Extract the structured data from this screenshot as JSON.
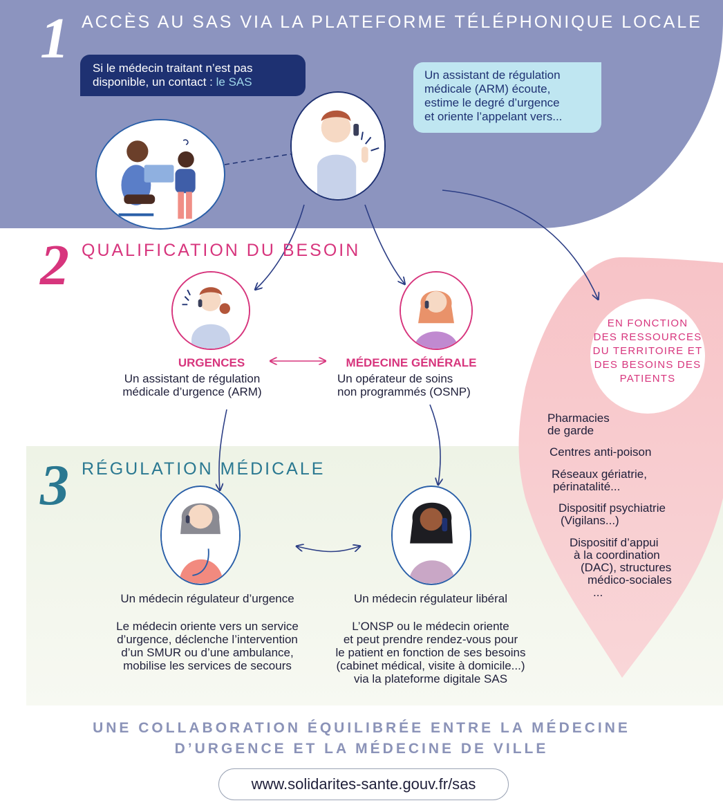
{
  "step1": {
    "number": "1",
    "title": "ACCÈS AU SAS VIA LA PLATEFORME TÉLÉPHONIQUE LOCALE",
    "bubble_left_line1": "Si le médecin traitant n’est pas",
    "bubble_left_line2": "disponible, un contact : ",
    "bubble_left_highlight": "le SAS",
    "bubble_right": [
      "Un assistant de régulation",
      "médicale (ARM) écoute,",
      "estime le degré d’urgence",
      "et oriente l’appelant vers..."
    ]
  },
  "step2": {
    "number": "2",
    "title": "QUALIFICATION DU BESOIN",
    "urgences": {
      "title": "URGENCES",
      "lines": [
        "Un assistant de régulation",
        "médicale d’urgence (ARM)"
      ]
    },
    "medecine_generale": {
      "title": "MÉDECINE GÉNÉRALE",
      "lines": [
        "Un opérateur de soins",
        "non programmés  (OSNP)"
      ]
    }
  },
  "step3": {
    "number": "3",
    "title": "RÉGULATION MÉDICALE",
    "left": {
      "title": "Un médecin régulateur d’urgence",
      "lines": [
        "Le médecin oriente vers un service",
        "d’urgence, déclenche l’intervention",
        "d’un SMUR ou d’une ambulance,",
        "mobilise les services de secours"
      ]
    },
    "right": {
      "title": "Un médecin régulateur libéral",
      "lines": [
        "L’ONSP ou le médecin oriente",
        "et peut prendre rendez-vous pour",
        "le patient en fonction de ses besoins",
        "(cabinet médical, visite à domicile...)",
        "via la plateforme digitale SAS"
      ]
    }
  },
  "resources": {
    "heading": [
      "EN FONCTION",
      "DES RESSOURCES",
      "DU TERRITOIRE ET",
      "DES BESOINS DES",
      "PATIENTS"
    ],
    "items": [
      [
        "Pharmacies",
        "de garde"
      ],
      [
        "Centres anti-poison"
      ],
      [
        "Réseaux gériatrie,",
        "périnatalité..."
      ],
      [
        "Dispositif psychiatrie",
        "(Vigilans...)"
      ],
      [
        "Dispositif d’appui",
        "à la coordination",
        "(DAC), structures",
        "médico-sociales",
        "..."
      ]
    ]
  },
  "footer": {
    "line1": "UNE COLLABORATION ÉQUILIBRÉE ENTRE LA MÉDECINE",
    "line2": "D’URGENCE ET LA MÉDECINE DE VILLE",
    "url": "www.solidarites-sante.gouv.fr/sas"
  },
  "colors": {
    "navy": "#1e3172",
    "band_blue": "#8c94bf",
    "pink": "#d7357d",
    "teal": "#2a7891",
    "light_blue": "#bfe6f1",
    "pin_pink": "#f7c9cc",
    "pale_green": "#eef3e7"
  },
  "icons": [
    "phone-headset-icon",
    "arrow-icon",
    "double-arrow-icon"
  ]
}
